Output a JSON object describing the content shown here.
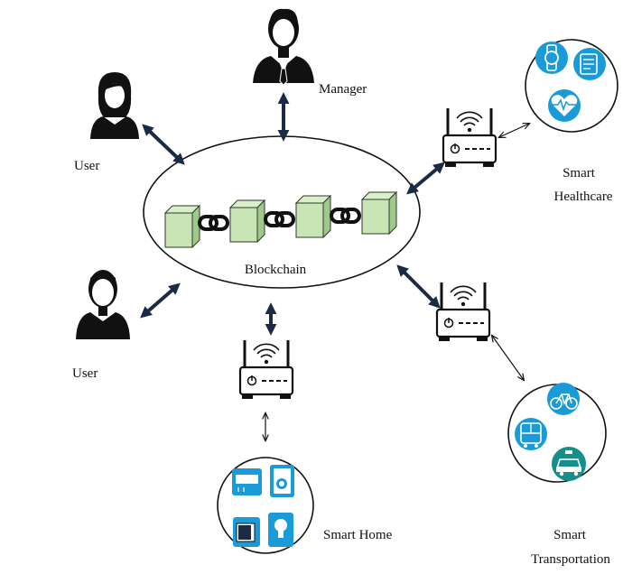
{
  "center": {
    "label": "Blockchain"
  },
  "nodes": {
    "manager": "Manager",
    "user_top": "User",
    "user_bottom": "User",
    "smart_healthcare": [
      "Smart",
      "Healthcare"
    ],
    "smart_home": "Smart Home",
    "smart_transportation": [
      "Smart",
      "Transportation"
    ]
  },
  "colors": {
    "block_face": "#c9e5b6",
    "block_side": "#9fc98a",
    "icon_blue": "#1a9bd8",
    "icon_teal": "#148f8a",
    "arrow": "#1b2a45",
    "stroke": "#111111"
  }
}
